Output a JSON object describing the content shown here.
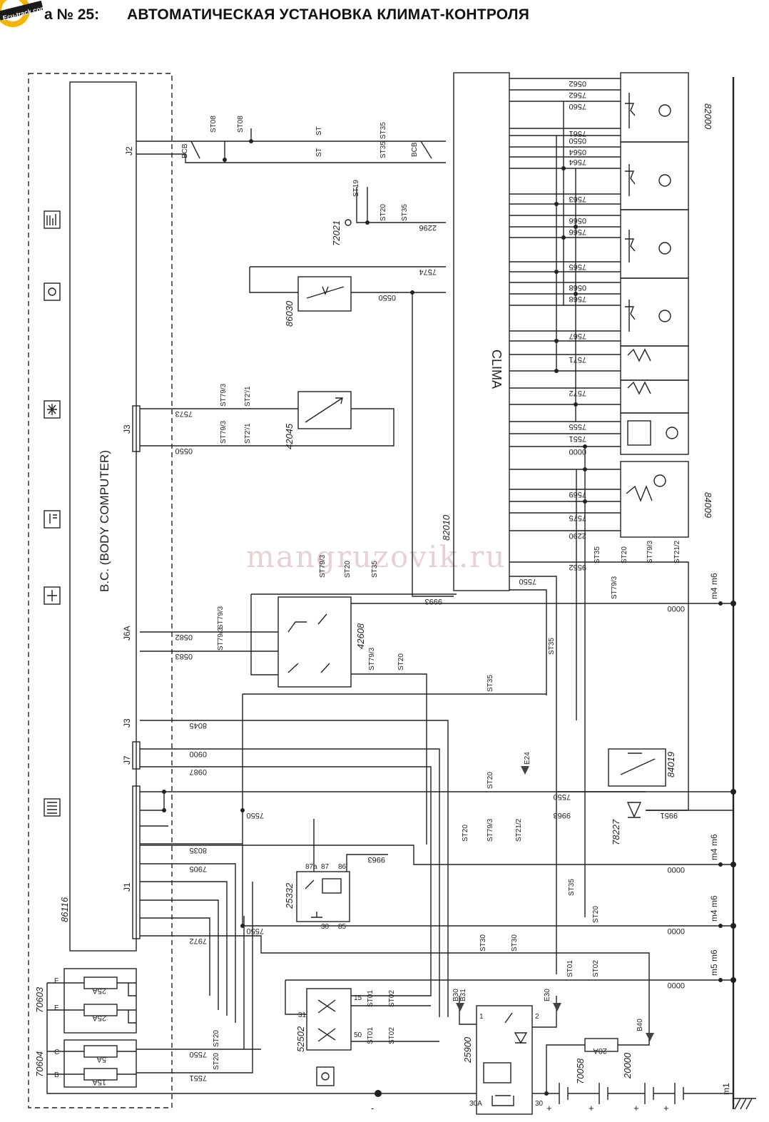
{
  "header": {
    "logo_text": "Ecu-track.com",
    "number": "а № 25:",
    "title": "АВТОМАТИЧЕСКАЯ УСТАНОВКА КЛИМАТ-КОНТРОЛЯ"
  },
  "watermark": "mangruzovik.ru",
  "components": {
    "body_computer": "B.C. (BODY COMPUTER)",
    "body_computer_code": "86116",
    "clima": "CLIMA",
    "clima_code": "82010",
    "sensor": "86030",
    "sensor2": "42045",
    "relay_block": "42608",
    "relay": "25332",
    "switch": "52502",
    "relay2": "25900",
    "fuse_box1": "70603",
    "fuse_box2": "70604",
    "fuse": "70058",
    "battery": "20000",
    "valve": "84019",
    "diode": "78227",
    "motor_box": "82000",
    "motor_box2": "84009",
    "sensor3": "72021"
  },
  "connectors": {
    "j2": "J2",
    "j3": "J3",
    "j6a": "J6A",
    "j7": "J7",
    "j1": "J1"
  },
  "fuses": {
    "f": "25A",
    "e": "25A",
    "c": "5A",
    "b": "15A",
    "main": "20A",
    "label_f": "F",
    "label_e": "E",
    "label_c": "C",
    "label_b": "B"
  },
  "ground_labels": {
    "m4m6_a": "m4 m6",
    "m4m6_b": "m4 m6",
    "m4m6_c": "m4 m6",
    "m5m6": "m5 m6",
    "m1": "m1"
  },
  "wire_codes": [
    "0562",
    "7562",
    "7560",
    "7561",
    "0550",
    "0564",
    "7564",
    "7563",
    "0566",
    "7566",
    "7565",
    "0568",
    "7568",
    "7567",
    "7571",
    "7572",
    "7555",
    "7551",
    "0000",
    "7569",
    "7575",
    "2290",
    "9552",
    "7550",
    "9993",
    "0582",
    "0583",
    "8045",
    "0900",
    "0987",
    "9951",
    "8035",
    "7905",
    "7972",
    "7574",
    "2296",
    "7573",
    "9963"
  ],
  "splice_labels": [
    "ST08",
    "ST",
    "ST35",
    "BCB",
    "ST19",
    "ST20",
    "ST79/3",
    "ST2'/1",
    "ST21/2",
    "ST30",
    "ST01",
    "ST02"
  ],
  "battery_signs": [
    "+",
    "+",
    "+",
    "+",
    "-"
  ],
  "relay_pins": [
    "87a",
    "87",
    "86",
    "30",
    "85",
    "31",
    "15",
    "50",
    "30A",
    "30",
    "2",
    "1"
  ],
  "markers": [
    "B31",
    "B30",
    "E30",
    "B40",
    "E24"
  ],
  "icons": [
    "fan-icon",
    "defrost-rear-icon",
    "snowflake-temp-icon",
    "thermometer-icon",
    "snowflake-icon",
    "seat-heat-icon",
    "ignition-icon"
  ]
}
